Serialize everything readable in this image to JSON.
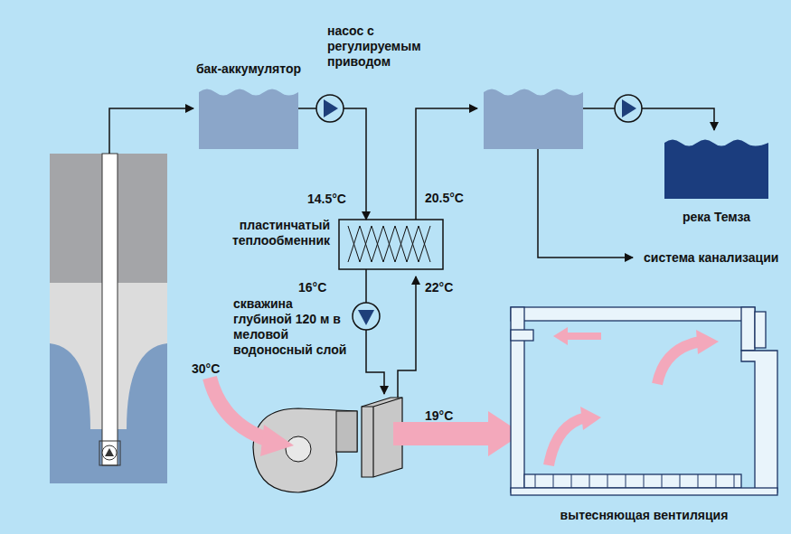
{
  "diagram": {
    "nodes": [
      {
        "text": [
          "бак-аккумулятор"
        ]
      },
      {
        "text": [
          "насос с регулируемым приводом"
        ]
      },
      {
        "text": [
          "пластинчатый теплообменник"
        ]
      },
      {
        "text": [
          "река Темза"
        ]
      },
      {
        "text": [
          "вытесняющая вентиляция"
        ]
      }
    ],
    "edges": [
      {
        "from": 0,
        "to": 1,
        "arrow": "none"
      },
      {
        "from": 1,
        "to": 2,
        "arrow": "to"
      }
    ],
    "labels": [
      "14.5°C",
      "20.5°C",
      "16°C",
      "22°C",
      "30°C",
      "19°C",
      "система канализации",
      "скважина глубиной 120 м в меловой водоносный слой"
    ]
  }
}
